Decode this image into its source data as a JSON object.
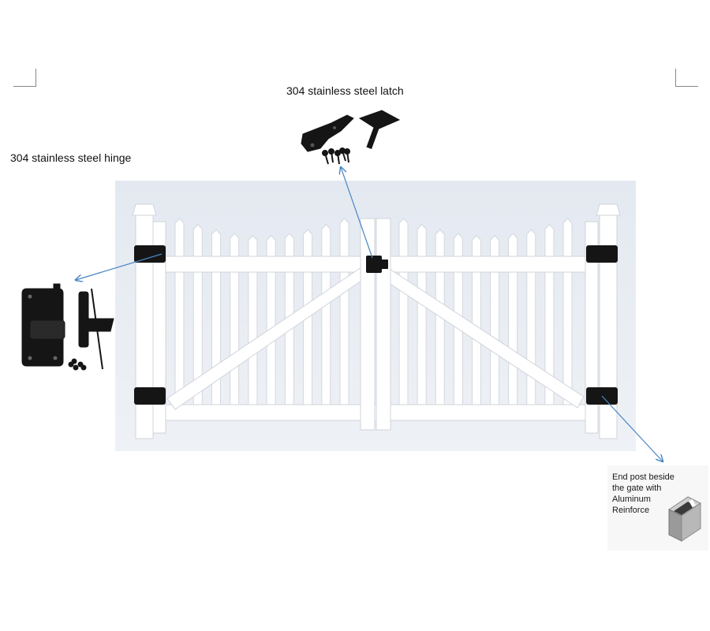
{
  "labels": {
    "latch": "304 stainless steel latch",
    "hinge": "304 stainless steel hinge",
    "end_post": "End post beside\nthe gate with\nAluminum\nReinforce"
  },
  "colors": {
    "arrow": "#4a86c5",
    "pvc": "#ffffff",
    "pvc_shadow": "#d9dde3",
    "background_panel": "#e9edf3",
    "hardware": "#151515"
  }
}
